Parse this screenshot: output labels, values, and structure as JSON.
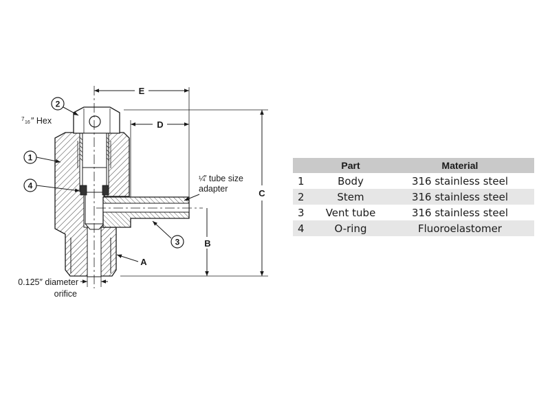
{
  "diagram": {
    "labels": {
      "hex_num": "7",
      "hex_den": "16",
      "hex_text": "″ Hex",
      "tube_frac": "¼",
      "tube_line1": "″ tube size",
      "tube_line2": "adapter",
      "orifice_line1": "0.125″ diameter",
      "orifice_line2": "orifice"
    },
    "dimensions": {
      "e": "E",
      "d": "D",
      "c": "C",
      "b": "B",
      "a": "A"
    },
    "balloons": [
      "1",
      "2",
      "3",
      "4"
    ]
  },
  "parts_table": {
    "headers": {
      "number": "",
      "part": "Part",
      "material": "Material"
    },
    "rows": [
      {
        "number": "1",
        "part": "Body",
        "material": "316 stainless steel"
      },
      {
        "number": "2",
        "part": "Stem",
        "material": "316 stainless steel"
      },
      {
        "number": "3",
        "part": "Vent tube",
        "material": "316 stainless steel"
      },
      {
        "number": "4",
        "part": "O-ring",
        "material": "Fluoroelastomer"
      }
    ]
  }
}
